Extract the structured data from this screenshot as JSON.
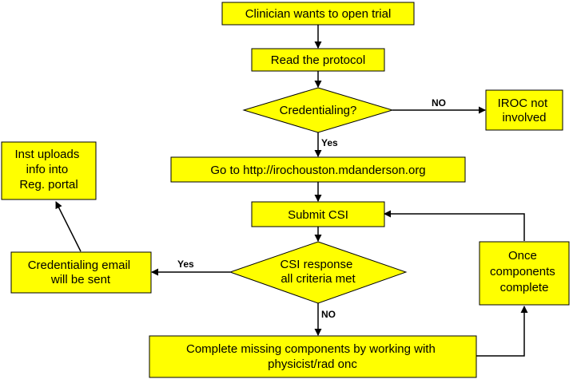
{
  "colors": {
    "box_fill": "#ffff00",
    "stroke": "#000000",
    "background": "#ffffff"
  },
  "nodes": {
    "start": [
      "Clinician wants to open trial"
    ],
    "read_protocol": [
      "Read the protocol"
    ],
    "credentialing_decision": [
      "Credentialing?"
    ],
    "iroc_not_involved": [
      "IROC not",
      "involved"
    ],
    "go_to_url": [
      "Go to http://irochouston.mdanderson.org"
    ],
    "submit_csi": [
      "Submit CSI"
    ],
    "csi_response_decision": [
      "CSI response",
      "all criteria met"
    ],
    "credentialing_email": [
      "Credentialing email",
      "will be sent"
    ],
    "inst_uploads": [
      "Inst uploads",
      "info into",
      "Reg. portal"
    ],
    "complete_missing": [
      "Complete missing components by working with",
      "physicist/rad onc"
    ],
    "once_complete": [
      "Once",
      "components",
      "complete"
    ]
  },
  "edge_labels": {
    "credentialing_no": "NO",
    "credentialing_yes": "Yes",
    "csi_yes": "Yes",
    "csi_no": "NO"
  }
}
